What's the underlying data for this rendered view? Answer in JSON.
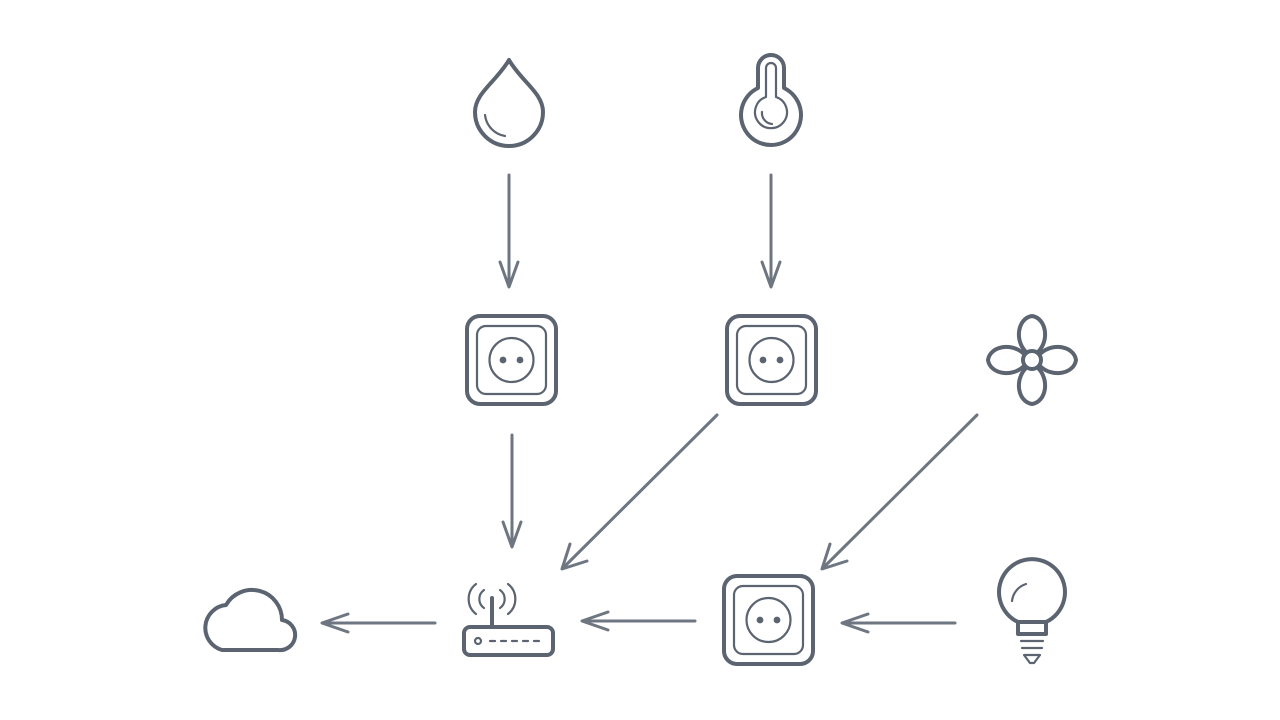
{
  "colors": {
    "icon": "#5b6470",
    "arrow": "#6e7681",
    "background": "#ffffff"
  },
  "nodes": [
    {
      "id": "water",
      "icon": "water-drop-icon"
    },
    {
      "id": "temperature",
      "icon": "thermometer-icon"
    },
    {
      "id": "plug-1",
      "icon": "smart-plug-icon"
    },
    {
      "id": "plug-2",
      "icon": "smart-plug-icon"
    },
    {
      "id": "fan",
      "icon": "fan-icon"
    },
    {
      "id": "cloud",
      "icon": "cloud-icon"
    },
    {
      "id": "router",
      "icon": "router-icon"
    },
    {
      "id": "plug-3",
      "icon": "smart-plug-icon"
    },
    {
      "id": "bulb",
      "icon": "light-bulb-icon"
    }
  ],
  "edges": [
    {
      "from": "water",
      "to": "plug-1"
    },
    {
      "from": "temperature",
      "to": "plug-2"
    },
    {
      "from": "plug-1",
      "to": "router"
    },
    {
      "from": "plug-2",
      "to": "router"
    },
    {
      "from": "fan",
      "to": "plug-3"
    },
    {
      "from": "router",
      "to": "cloud"
    },
    {
      "from": "plug-3",
      "to": "router"
    },
    {
      "from": "bulb",
      "to": "plug-3"
    }
  ]
}
